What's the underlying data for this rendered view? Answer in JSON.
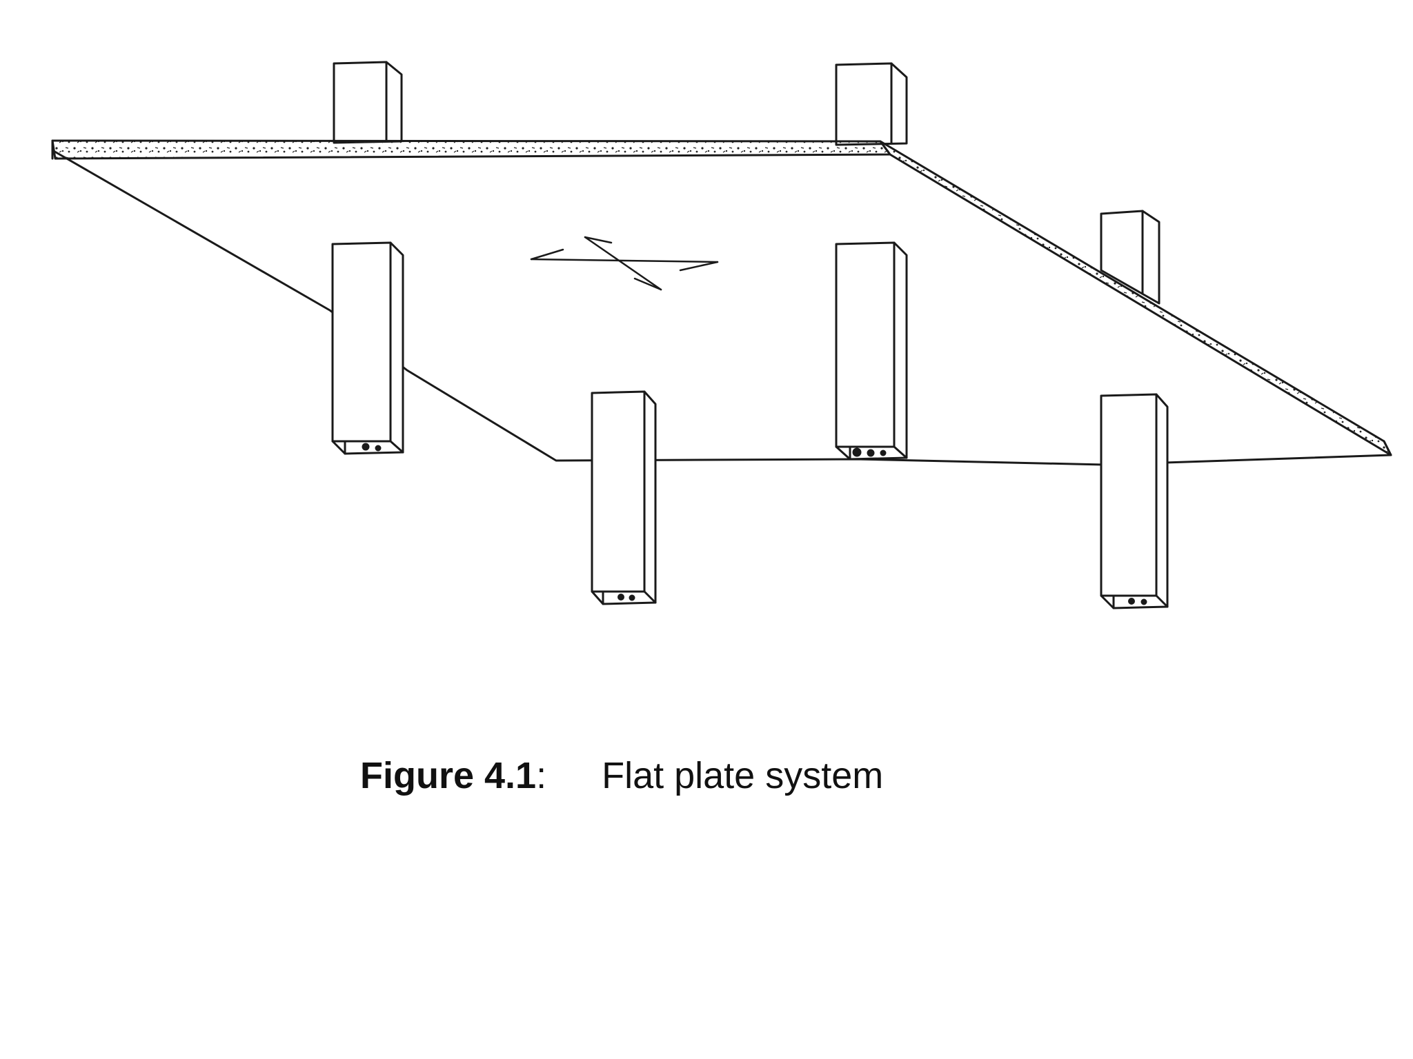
{
  "diagram": {
    "subject": "flat-plate-slab-on-columns",
    "line_color": "#1a1a1a",
    "background_color": "#ffffff"
  },
  "caption": {
    "label": "Figure 4.1",
    "separator": ":",
    "text": "Flat plate system"
  }
}
